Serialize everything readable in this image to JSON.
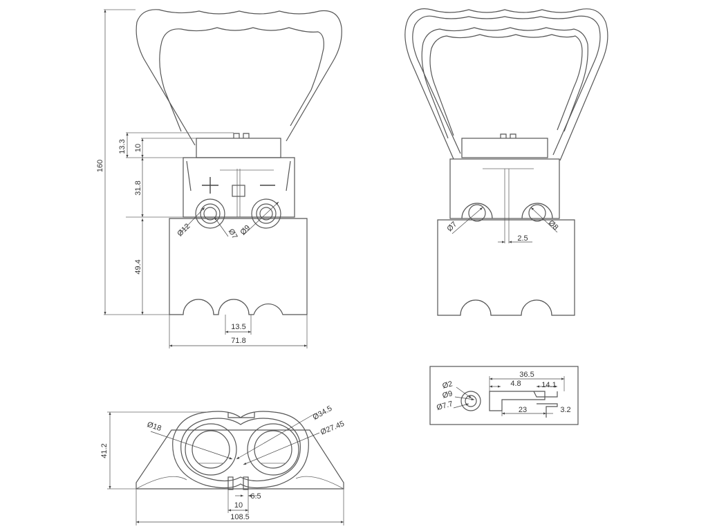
{
  "front_view": {
    "height_total": "160",
    "height_top": "13.3",
    "height_cap": "10",
    "height_mid": "31.8",
    "height_body": "49.4",
    "hole_pitch": "13.5",
    "width": "71.8",
    "dia_outer": "Ø12",
    "dia_inner": "Ø7",
    "dia_right": "Ø9"
  },
  "side_view": {
    "dia_left": "Ø7",
    "dia_right": "Ø8",
    "slot_width": "2.5"
  },
  "bottom_view": {
    "dia_bore": "Ø18",
    "dia_outer": "Ø34.5",
    "dia_inner": "Ø27.45",
    "height": "41.2",
    "key_width": "10",
    "key_offset": "6.5",
    "width": "108.5"
  },
  "contact_detail": {
    "length_total": "36.5",
    "length_a": "4.8",
    "length_b": "14.1",
    "length_c": "23",
    "length_d": "3.2",
    "dia_a": "Ø2",
    "dia_b": "Ø9",
    "dia_c": "Ø7.7"
  }
}
